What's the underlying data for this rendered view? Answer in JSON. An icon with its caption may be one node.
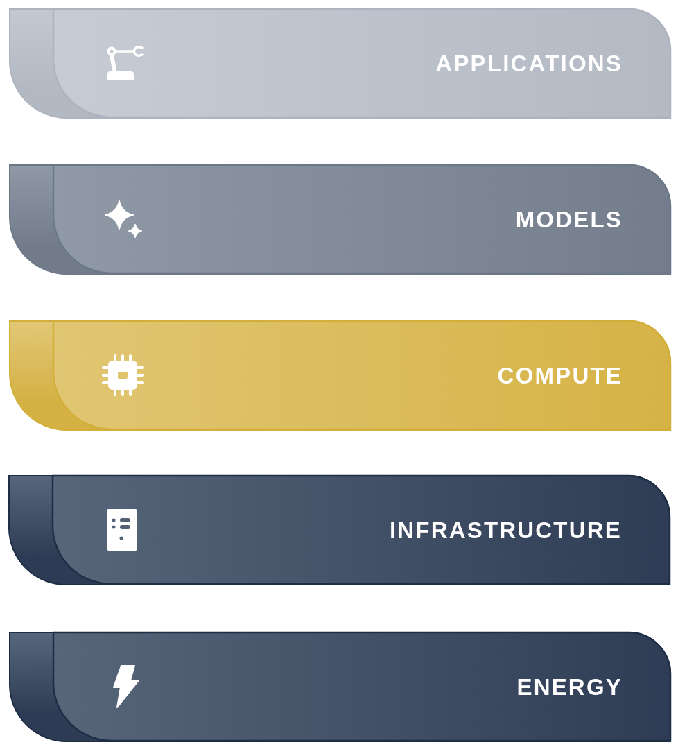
{
  "diagram": {
    "nodes": [
      {
        "text": [
          "APPLICATIONS"
        ]
      },
      {
        "text": [
          "MODELS"
        ]
      },
      {
        "text": [
          "COMPUTE"
        ]
      },
      {
        "text": [
          "INFRASTRUCTURE"
        ]
      },
      {
        "text": [
          "ENERGY"
        ]
      }
    ]
  }
}
